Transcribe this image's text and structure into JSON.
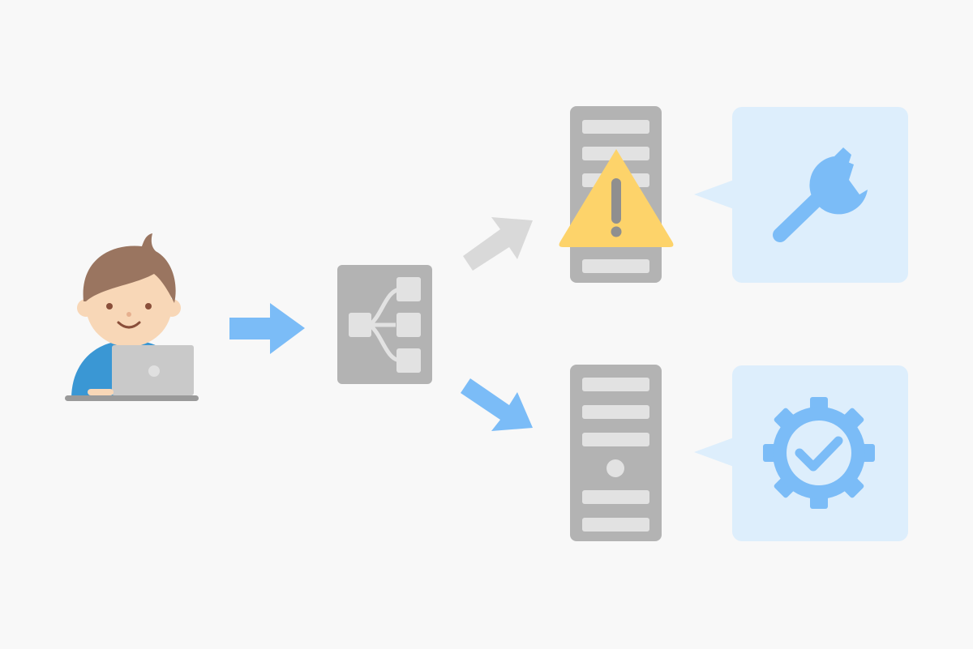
{
  "colors": {
    "background": "#f8f8f8",
    "primary_arrow": "#7bbcf7",
    "inactive_arrow": "#d9d9d9",
    "device_gray": "#b3b3b3",
    "device_light": "#e2e2e2",
    "bubble_fill": "#ddeefc",
    "warning_yellow": "#fdd36a",
    "warning_mark": "#8f8f8f",
    "skin": "#f8d7b7",
    "hair": "#9a7560",
    "shirt": "#3a97d4",
    "laptop": "#c9c9c9",
    "icon_blue": "#7bbcf7"
  },
  "nodes": {
    "user": {
      "icon": "user-with-laptop-icon"
    },
    "load_balancer": {
      "icon": "load-balancer-icon"
    },
    "server_down": {
      "icon": "server-icon",
      "status_icon": "warning-triangle-icon",
      "bubble_icon": "wrench-icon"
    },
    "server_up": {
      "icon": "server-icon",
      "bubble_icon": "gear-check-icon"
    }
  },
  "connections": [
    {
      "from": "user",
      "to": "load_balancer",
      "state": "active"
    },
    {
      "from": "load_balancer",
      "to": "server_down",
      "state": "inactive"
    },
    {
      "from": "load_balancer",
      "to": "server_up",
      "state": "active"
    }
  ]
}
